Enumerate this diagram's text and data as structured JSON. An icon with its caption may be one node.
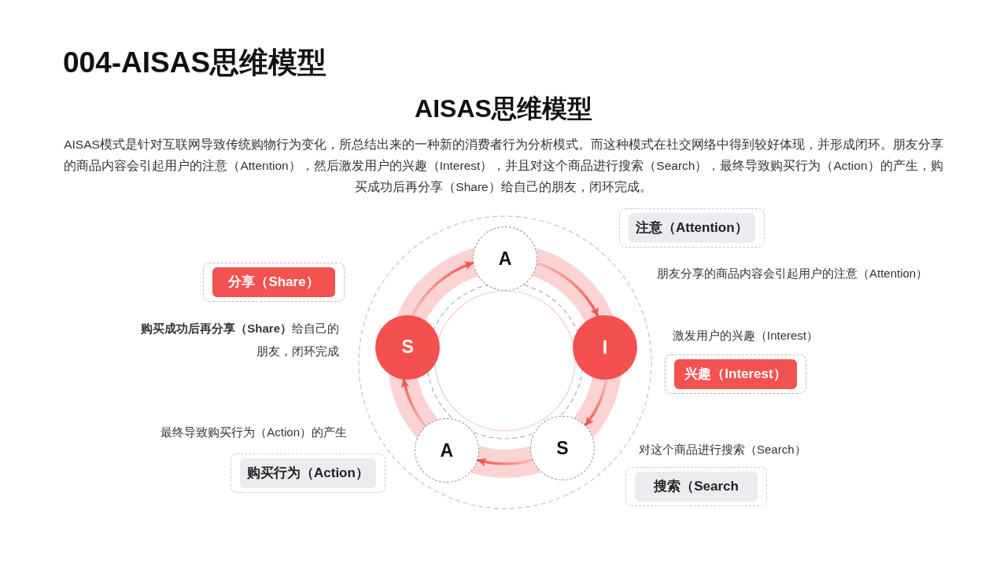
{
  "diagram": {
    "title": "004-AISAS思维模型",
    "nodes": [
      {
        "text": [
          "注意（Attention）"
        ],
        "beside": [
          "朋友分享的商品内容会引起用户的注意（Attention）"
        ]
      },
      {
        "text": [
          "A"
        ]
      },
      {
        "text": [
          "分享（Share）"
        ],
        "beside": [
          "**购买成功后再分享（Share）**给自己的朋友，闭环完成"
        ]
      },
      {
        "text": [
          "S"
        ]
      },
      {
        "text": [
          "I"
        ]
      },
      {
        "text": [
          "兴趣（Interest）"
        ],
        "beside": [
          "激发用户的兴趣（Interest）"
        ]
      },
      {
        "text": [
          "A"
        ]
      },
      {
        "text": [
          "S"
        ]
      },
      {
        "text": [
          "购买行为（Action）"
        ],
        "beside": [
          "最终导致购买行为（Action）的产生"
        ]
      },
      {
        "text": [
          "搜索（Search"
        ],
        "beside": [
          "对这个商品进行搜索（Search）"
        ]
      }
    ],
    "edges": [
      {
        "from": 1,
        "to": 4,
        "arrow": "to"
      },
      {
        "from": 4,
        "to": 7,
        "arrow": "to"
      },
      {
        "from": 7,
        "to": 6,
        "arrow": "to"
      },
      {
        "from": 6,
        "to": 3,
        "arrow": "to"
      },
      {
        "from": 3,
        "to": 1,
        "arrow": "to"
      }
    ],
    "labels": [
      "AISAS思维模型",
      "AISAS模式是针对互联网导致传统购物行为变化，所总结出来的一种新的消费者行为分析模式。而这种模式在社交网络中得到较好体现，并形成闭环。朋友分享的商品内容会引起用户的注意（Attention），然后激发用户的兴趣（Interest），并且对这个商品进行搜索（Search），最终导致购买行为（Action）的产生，购买成功后再分享（Share）给自己的朋友，闭环完成。"
    ]
  }
}
